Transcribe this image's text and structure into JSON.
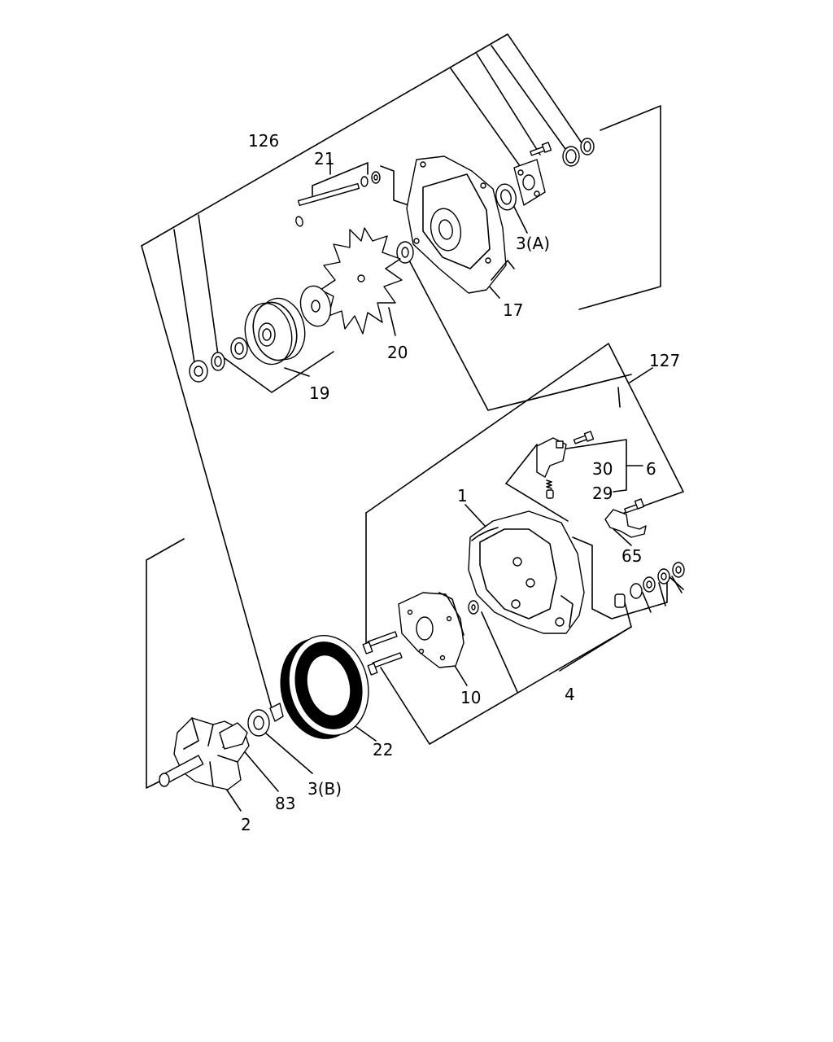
{
  "diagram": {
    "callouts": {
      "c126": "126",
      "c21": "21",
      "c3a": "3(A)",
      "c17": "17",
      "c20": "20",
      "c19": "19",
      "c127": "127",
      "c30": "30",
      "c6": "6",
      "c29": "29",
      "c1": "1",
      "c65": "65",
      "c10": "10",
      "c4": "4",
      "c22": "22",
      "c3b": "3(B)",
      "c83": "83",
      "c2": "2"
    }
  }
}
